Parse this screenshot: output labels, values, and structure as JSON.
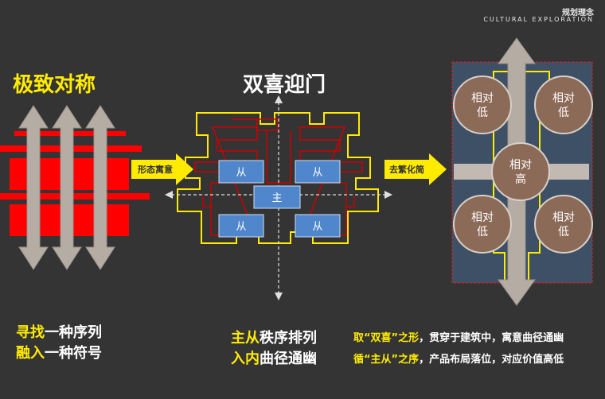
{
  "header": {
    "title_cn": "规划理念",
    "title_en": "CULTURAL EXPLORATION"
  },
  "left": {
    "title": "极致对称",
    "caption": [
      {
        "a": "寻找",
        "b": "一种序列"
      },
      {
        "a": "融入",
        "b": "一种符号"
      }
    ]
  },
  "middle": {
    "title": "双喜迎门",
    "main_label": "主",
    "sub_label": "从",
    "caption": [
      {
        "a": "主从",
        "b": "秩序排列"
      },
      {
        "a": "入内",
        "b": "曲径通幽"
      }
    ]
  },
  "flow": {
    "arrow1": "形态寓意",
    "arrow2": "去繁化简"
  },
  "right": {
    "circles": {
      "low": "相对\n低",
      "high": "相对\n高"
    }
  },
  "notes": [
    {
      "p1": "取",
      "p2": "“双喜”",
      "p3": "之形",
      "p4": "，贯穿于建筑中，寓意曲径通幽"
    },
    {
      "p1": "循",
      "p2": "“主从”",
      "p3": "之序",
      "p4": "，产品布局落位，对应价值高低"
    }
  ],
  "colors": {
    "yellow": "#ffeb00",
    "red": "#ff0000",
    "blue": "#4f86cc",
    "circle": "#8c6a58",
    "panel": "#3d5066"
  }
}
